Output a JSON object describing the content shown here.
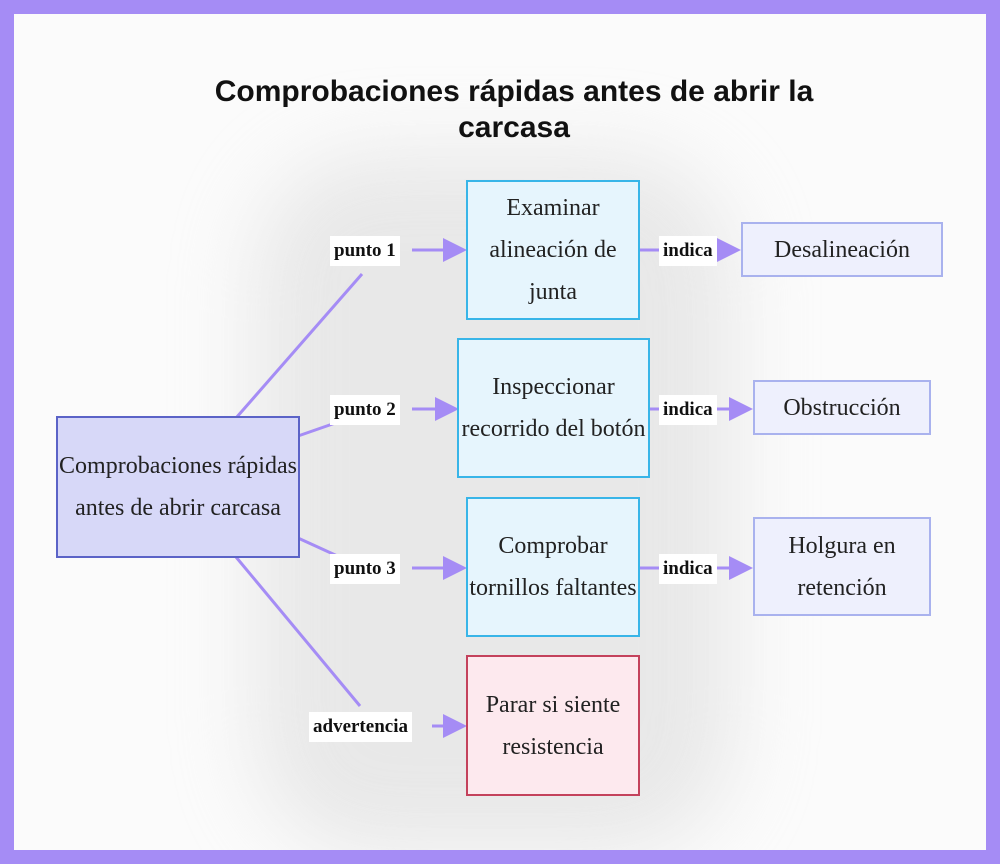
{
  "title": "Comprobaciones rápidas antes de abrir la carcasa",
  "root": "Comprobaciones rápidas antes de abrir carcasa",
  "branches": [
    {
      "label": "punto 1",
      "step": "Examinar alineación de junta",
      "link": "indica",
      "result": "Desalineación"
    },
    {
      "label": "punto 2",
      "step": "Inspeccionar recorrido del botón",
      "link": "indica",
      "result": "Obstrucción"
    },
    {
      "label": "punto 3",
      "step": "Comprobar tornillos faltantes",
      "link": "indica",
      "result": "Holgura en retención"
    },
    {
      "label": "advertencia",
      "step": "Parar si siente resistencia"
    }
  ],
  "colors": {
    "frame": "#a58cf5",
    "connector": "#a58cf5",
    "root_fill": "#d7d8f8",
    "root_border": "#5b63c7",
    "step_fill": "#e6f5fd",
    "step_border": "#38b5e8",
    "result_fill": "#eef0fd",
    "result_border": "#a9b2ee",
    "warn_fill": "#fde9ee",
    "warn_border": "#c4425c"
  }
}
